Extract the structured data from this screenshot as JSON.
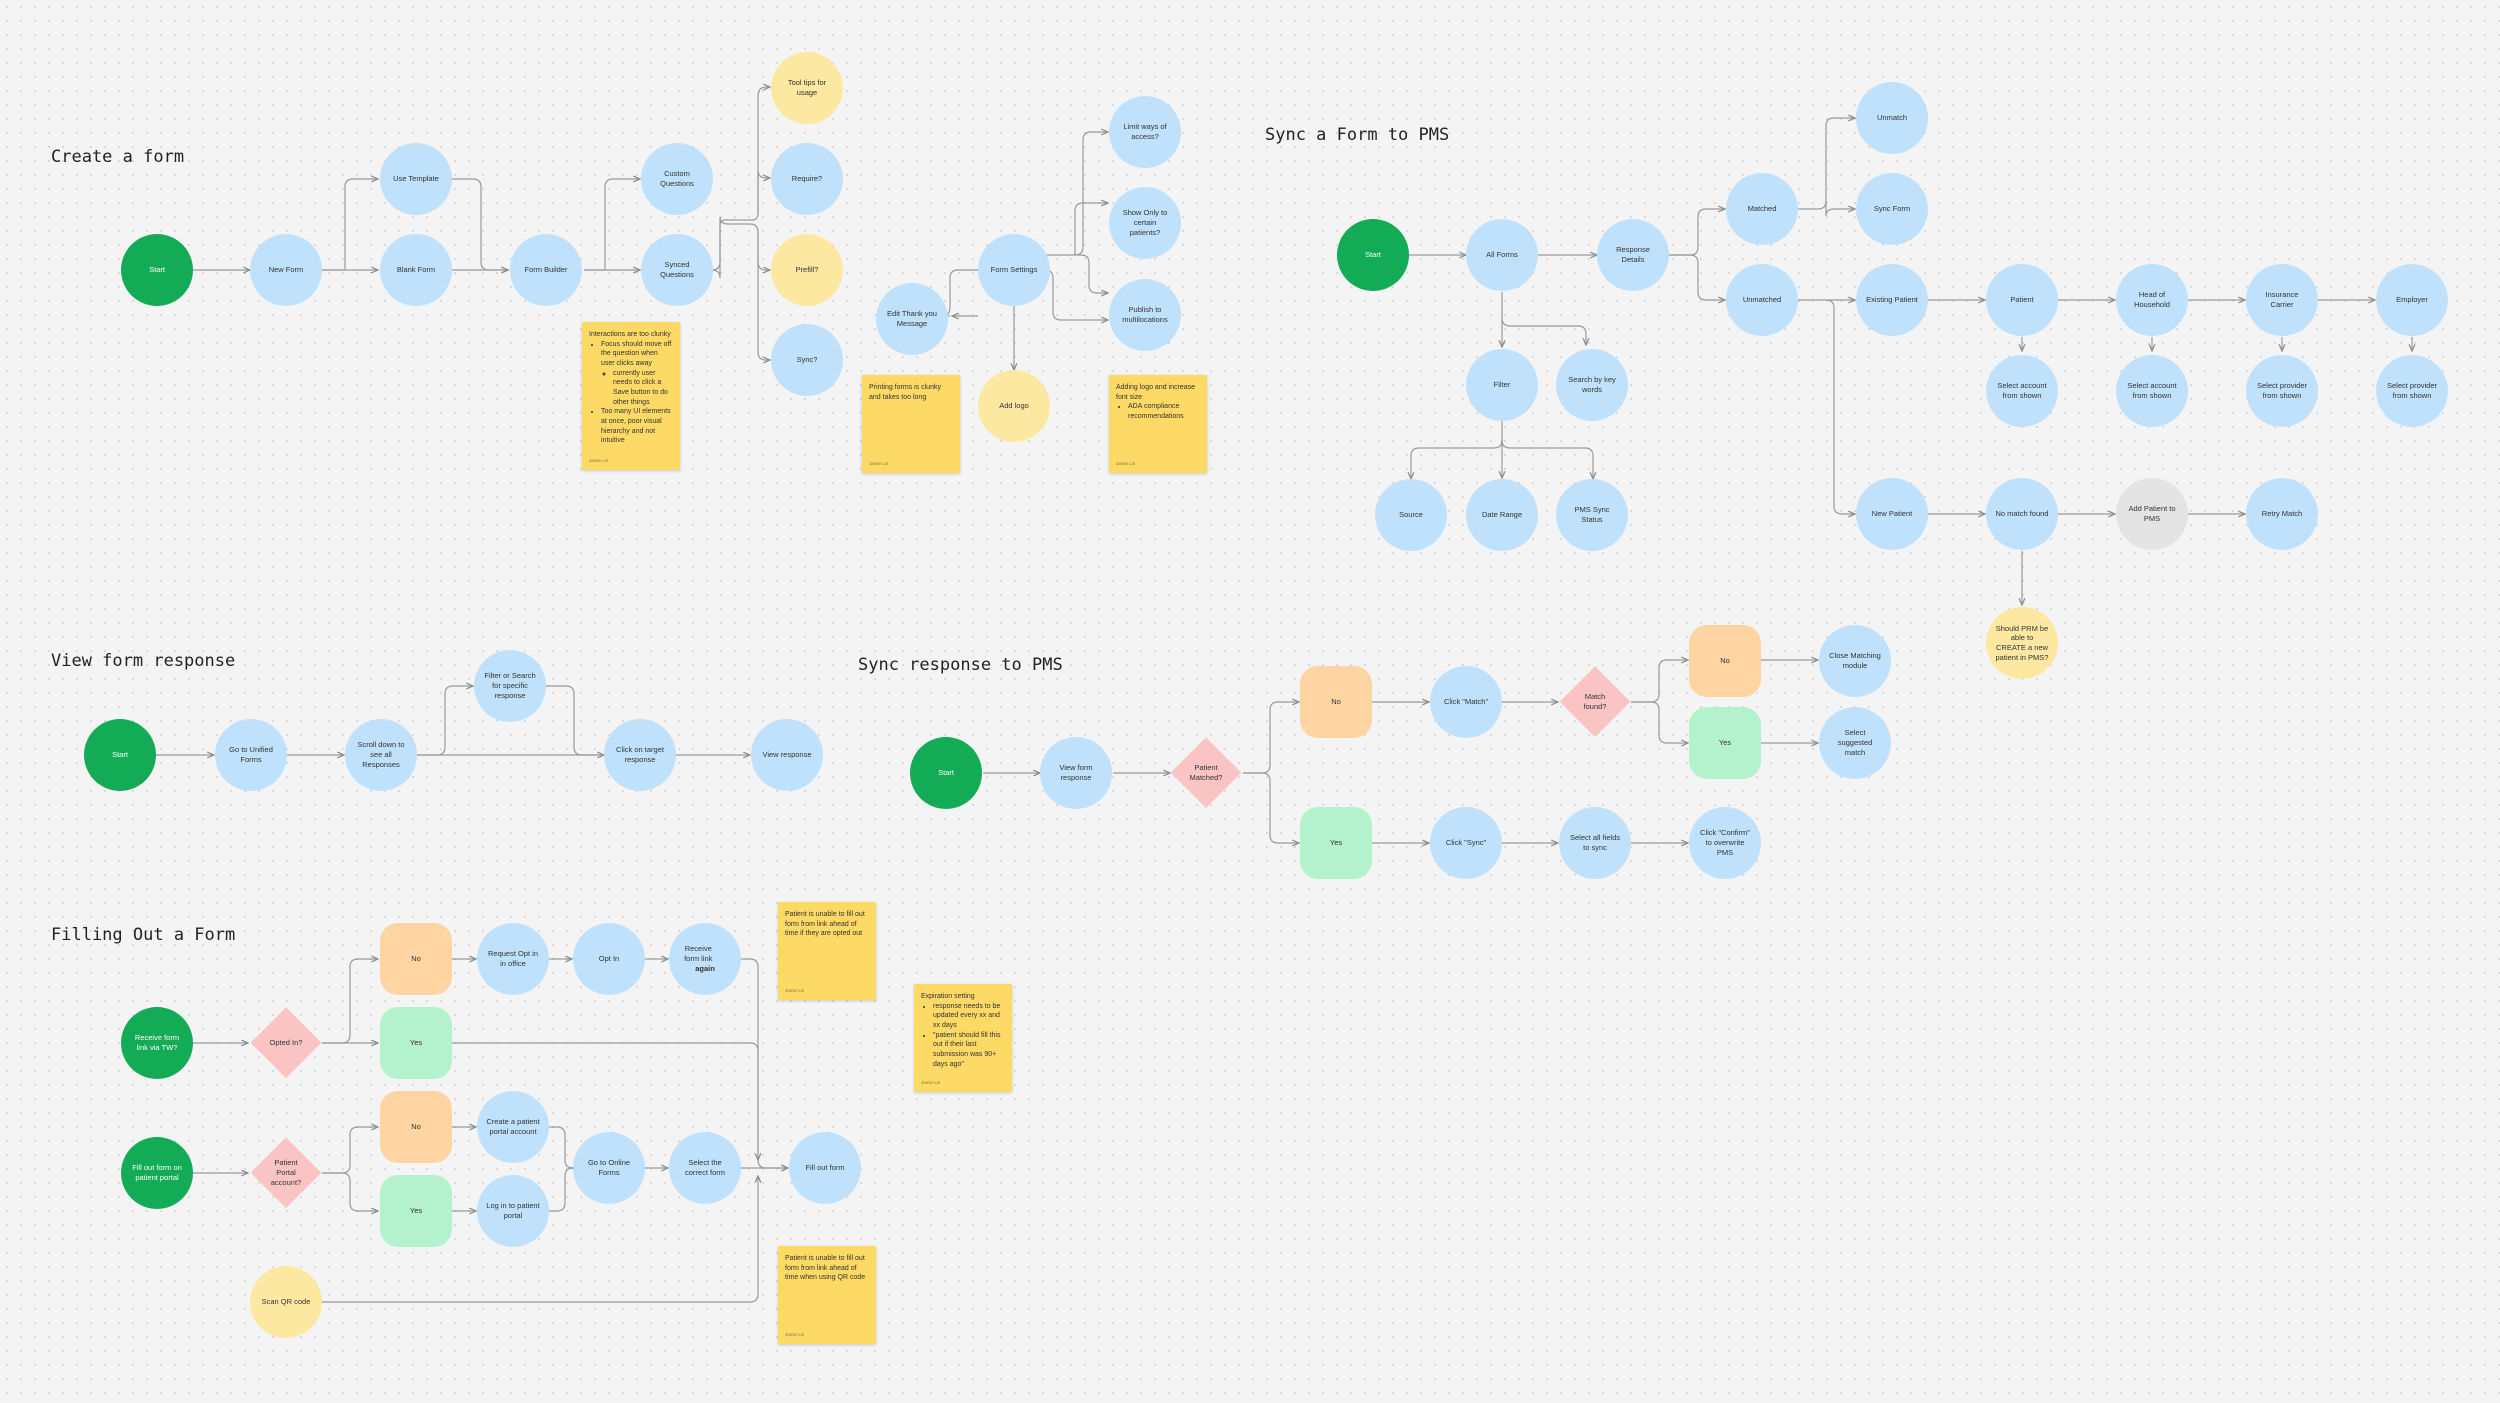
{
  "sections": {
    "create_form": "Create a form",
    "sync_form_pms": "Sync a Form to PMS",
    "view_response": "View form response",
    "sync_response_pms": "Sync response to PMS",
    "filling_form": "Filling Out a Form"
  },
  "create": {
    "start": "Start",
    "new_form": "New Form",
    "use_template": "Use Template",
    "blank_form": "Blank Form",
    "form_builder": "Form Builder",
    "custom_questions": "Custom Questions",
    "synced_questions": "Synced Questions",
    "tool_tips": "Tool tips for usage",
    "require": "Require?",
    "prefill": "Prefill?",
    "sync": "Sync?",
    "form_settings": "Form Settings",
    "edit_thank_you": "Edit Thank you Message",
    "add_logo": "Add logo",
    "limit_access": "Limit ways of access?",
    "show_only": "Show Only to certain patients?",
    "publish": "Publish to multilocations"
  },
  "sync_pms": {
    "start": "Start",
    "all_forms": "All Forms",
    "response_details": "Response Details",
    "matched": "Matched",
    "unmatch": "Unmatch",
    "sync_form": "Sync Form",
    "unmatched": "Unmatched",
    "existing_patient": "Existing Patient",
    "patient": "Patient",
    "head_household": "Head of Household",
    "insurance_carrier": "Insurance Carrier",
    "employer": "Employer",
    "select_account_1": "Select account from shown",
    "select_account_2": "Select account from shown",
    "select_provider_1": "Select provider from shown",
    "select_provider_2": "Select provider from shown",
    "filter": "Filter",
    "search_keywords": "Search by key words",
    "source": "Source",
    "date_range": "Date Range",
    "pms_sync_status": "PMS Sync Status",
    "new_patient": "New Patient",
    "no_match": "No match found",
    "add_patient_pms": "Add Patient to PMS",
    "retry_match": "Retry Match",
    "should_prm": "Should PRM be able to CREATE a new patient in PMS?"
  },
  "view": {
    "start": "Start",
    "go_unified": "Go to Unified Forms",
    "scroll_down": "Scroll down to see all Responses",
    "filter_search": "Filter or Search for specific response",
    "click_target": "Click on target response",
    "view_response": "View response"
  },
  "sync_resp": {
    "start": "Start",
    "view_form_response": "View form response",
    "patient_matched": "Patient Matched?",
    "no": "No",
    "click_match": "Click \"Match\"",
    "match_found": "Match found?",
    "no2": "No",
    "close_matching": "Close Matching module",
    "yes2": "Yes",
    "select_suggested": "Select suggested match",
    "yes": "Yes",
    "click_sync": "Click \"Sync\"",
    "select_all_fields": "Select all fields to sync",
    "click_confirm": "Click \"Confirm\" to overwrite PMS"
  },
  "filling": {
    "receive_tw": "Receive form link via TW?",
    "opted_in": "Opted In?",
    "no1": "No",
    "request_opt": "Request Opt in in office",
    "opt_in": "Opt In",
    "receive_again_pre": "Receive form link ",
    "receive_again_bold": "again",
    "yes1": "Yes",
    "fill_portal": "Fill out form on patient portal",
    "portal_account": "Patient Portal account?",
    "no2": "No",
    "create_account": "Create a patient portal account",
    "yes2": "Yes",
    "log_in": "Log in to patient portal",
    "go_online": "Go to Online Forms",
    "select_correct": "Select the correct form",
    "fill_form": "Fill out form",
    "scan_qr": "Scan QR code"
  },
  "stickies": {
    "interactions": {
      "intro": "Interactions are too clunky",
      "b1": "Focus should move off the question when user clicks away",
      "b1a": "currently user needs to click a Save button to do other things",
      "b2": "Too many UI elements at once, poor visual hierarchy and not intuitive",
      "author": "Jamie Lin"
    },
    "printing": {
      "text": "Printing forms is clunky and takes too long",
      "author": "Jamie Lin"
    },
    "logo": {
      "intro": "Adding logo and increase font size",
      "b1": "ADA compliance recommendations",
      "author": "Jamie Lin"
    },
    "opted_out": {
      "text": "Patient is unable to fill out form from link ahead of time if they are opted out",
      "author": "Jamie Lin"
    },
    "expiration": {
      "intro": "Expiration setting",
      "b1": "response needs to be updated every xx and xx days",
      "b2": "\"patient should fill this out if their last submission was 90+ days ago\"",
      "author": "Jamie Lin"
    },
    "qr": {
      "text": "Patient is unable to fill out form from link ahead of time when using QR code",
      "author": "Jamie Lin"
    }
  },
  "colors": {
    "blue": "#bfe1fb",
    "green": "#13ab56",
    "yellow": "#fce8a0",
    "orange": "#fdd4a2",
    "mint": "#b4f1cd",
    "pink": "#fbc4c4",
    "sticky": "#fdd966",
    "connector": "#8e8e8e"
  }
}
